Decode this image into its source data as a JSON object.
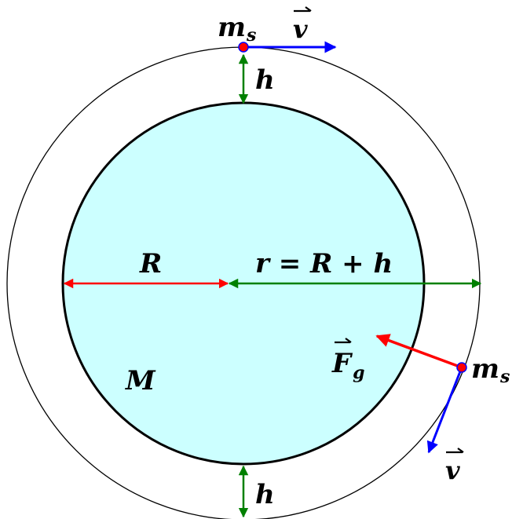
{
  "labels": {
    "satellite_mass": "m",
    "satellite_mass_sub": "s",
    "velocity": "v",
    "altitude": "h",
    "planet_radius": "R",
    "orbit_radius": "r = R + h",
    "force": "F",
    "force_sub": "g",
    "planet_mass": "M"
  },
  "colors": {
    "planet_fill": "#ccffff",
    "orbit_stroke": "#000000",
    "velocity_arrow": "#0000ff",
    "force_arrow": "#ff0000",
    "radius_arrow": "#ff0000",
    "orbit_radius_arrow": "#008000",
    "altitude_arrow": "#008000",
    "satellite_dot": "#ff0000",
    "satellite_outline": "#0000ff"
  },
  "icons": {
    "satellite_top": "satellite-dot",
    "satellite_right": "satellite-dot",
    "vector_mark": "right-harpoon-arrow"
  }
}
